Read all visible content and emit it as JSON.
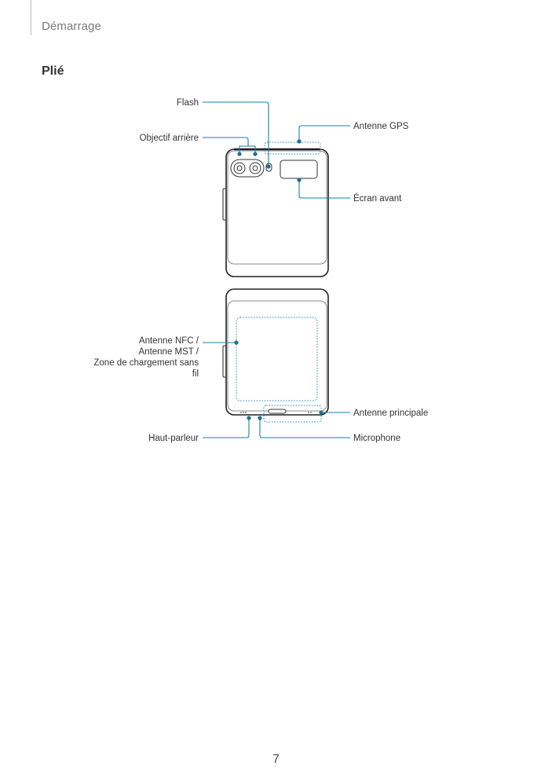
{
  "header": {
    "section": "Démarrage"
  },
  "content": {
    "title": "Plié"
  },
  "labels": {
    "flash": "Flash",
    "rear_camera": "Objectif arrière",
    "gps_antenna": "Antenne GPS",
    "front_screen": "Écran avant",
    "nfc_line1": "Antenne NFC /",
    "nfc_line2": "Antenne MST /",
    "nfc_line3": "Zone de chargement sans",
    "nfc_line4": "fil",
    "main_antenna": "Antenne principale",
    "speaker": "Haut-parleur",
    "microphone": "Microphone"
  },
  "footer": {
    "page_number": "7"
  },
  "colors": {
    "callout": "#1b7fa8",
    "outline": "#222222"
  }
}
